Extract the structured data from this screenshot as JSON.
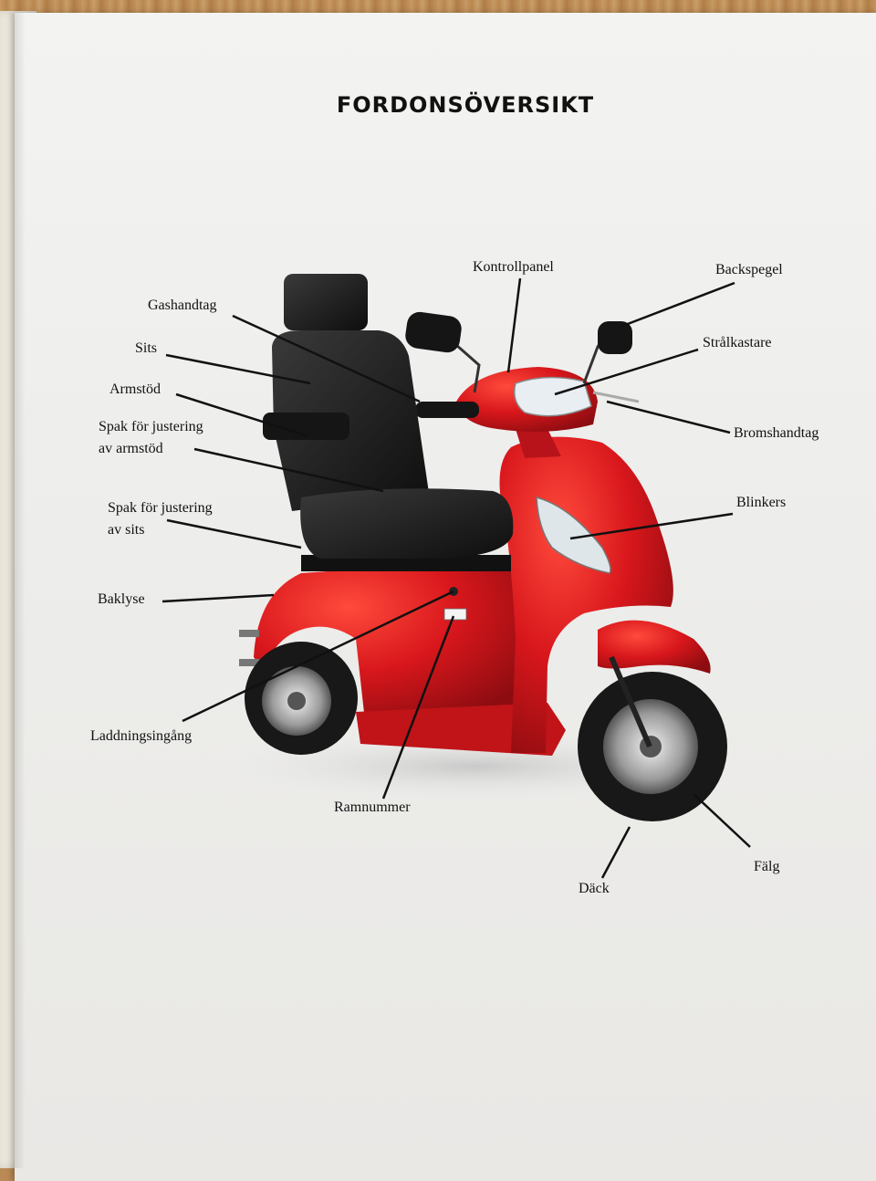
{
  "title": "FORDONSÖVERSIKT",
  "labels": {
    "kontrollpanel": "Kontrollpanel",
    "backspegel": "Backspegel",
    "gashandtag": "Gashandtag",
    "sits": "Sits",
    "stralkastare": "Strålkastare",
    "armstod": "Armstöd",
    "bromshandtag": "Bromshandtag",
    "spak_armstod_1": "Spak för justering",
    "spak_armstod_2": "av  armstöd",
    "blinkers": "Blinkers",
    "spak_sits_1": "Spak för justering",
    "spak_sits_2": "av sits",
    "baklyse": "Baklyse",
    "laddningsingang": "Laddningsingång",
    "ramnummer": "Ramnummer",
    "falg": "Fälg",
    "dack": "Däck"
  },
  "colors": {
    "body_red": "#d8171c",
    "seat_black": "#1a1a1a",
    "paper": "#eeeeec"
  }
}
